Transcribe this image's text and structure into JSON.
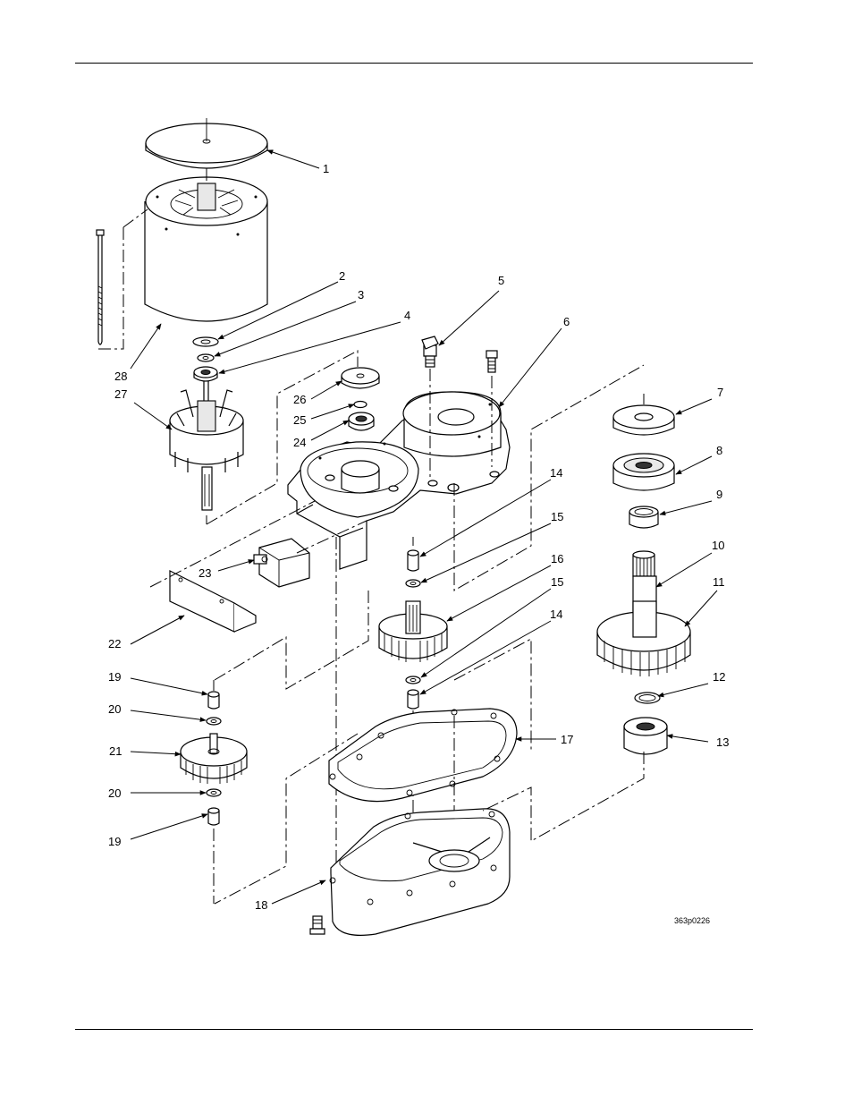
{
  "callouts": {
    "c1": "1",
    "c2": "2",
    "c3": "3",
    "c4": "4",
    "c5": "5",
    "c6": "6",
    "c7": "7",
    "c8": "8",
    "c9": "9",
    "c10": "10",
    "c11": "11",
    "c12": "12",
    "c13": "13",
    "c14a": "14",
    "c15a": "15",
    "c16": "16",
    "c15b": "15",
    "c14b": "14",
    "c17": "17",
    "c18": "18",
    "c19a": "19",
    "c20a": "20",
    "c21": "21",
    "c20b": "20",
    "c19b": "19",
    "c22": "22",
    "c23": "23",
    "c24": "24",
    "c25": "25",
    "c26": "26",
    "c27": "27",
    "c28": "28"
  },
  "drawing_code": "363p0226"
}
